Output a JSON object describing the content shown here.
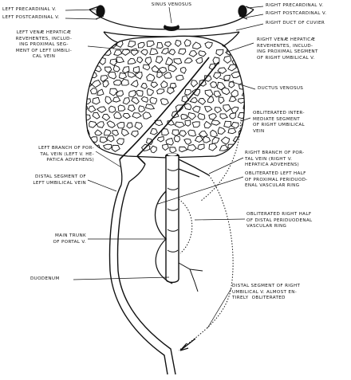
{
  "colors": {
    "ink": "#111111",
    "paper": "#ffffff"
  },
  "labels": {
    "sinus_venosus": "SINUS VENOSUS",
    "left_precardinal": "LEFT PRECARDINAL V.",
    "left_postcardinal": "LEFT POSTCARDINAL V.",
    "right_precardinal": "RIGHT PRECARDINAL V.",
    "right_postcardinal": "RIGHT POSTCARDINAL V.",
    "right_duct_cuvier": "RIGHT DUCT OF CUVIER",
    "left_venae_hepaticae": "LEFT VENÆ HEPATICÆ\nREVEHENTES, INCLUD-\nING PROXIMAL SEG-\nMENT OF LEFT UMBILI-\nCAL VEIN",
    "right_venae_hepaticae": "RIGHT VENÆ HEPATICÆ\nREVEHENTES, INCLUD-\nING PROXIMAL SEGMENT\nOF RIGHT UMBILICAL V.",
    "ductus_venosus": "DUCTUS VENOSUS",
    "obliterated_intermediate": "OBLITERATED INTER-\nMEDIATE SEGMENT\nOF RIGHT UMBILICAL\nVEIN",
    "left_branch_portal": "LEFT BRANCH OF POR-\nTAL VEIN (LEFT V. HE-\nPATICA ADVEHENS)",
    "right_branch_portal": "RIGHT BRANCH OF POR-\nTAL VEIN (RIGHT V.\nHEPATICA ADVEHENS)",
    "obliterated_left_half": "OBLITERATED LEFT HALF\nOF PROXIMAL PERIDUOD-\nENAL VASCULAR RING",
    "distal_left_umbilical": "DISTAL SEGMENT OF\nLEFT UMBILICAL VEIN",
    "obliterated_right_half": "OBLITERATED RIGHT HALF\nOF DISTAL PERIDUODENAL\nVASCULAR RING",
    "main_trunk_portal": "MAIN TRUNK\nOF PORTAL V.",
    "duodenum": "DUODENUM",
    "distal_right_umbilical": "DISTAL SEGMENT OF RIGHT\nUMBILICAL V. ALMOST EN-\nTIRELY  OBLITERATED"
  }
}
